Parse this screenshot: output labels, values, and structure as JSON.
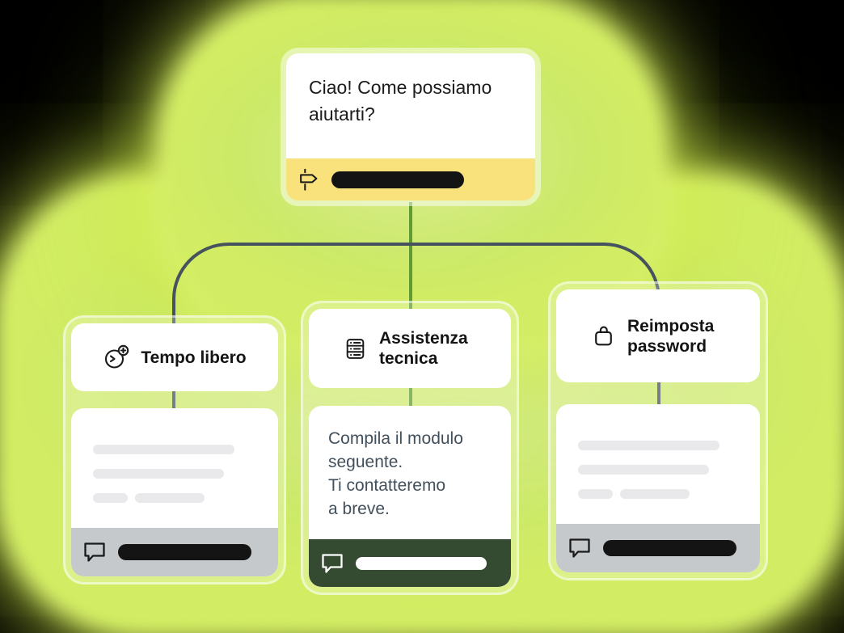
{
  "root_card": {
    "message": "Ciao! Come possiamo aiutarti?",
    "footer_icon": "signpost-icon",
    "footer_accent": "#f9e17c",
    "pill_color": "#141414"
  },
  "branches": [
    {
      "title": "Tempo libero",
      "icon": "clock-plus-icon",
      "body": {
        "placeholder_lines": 3,
        "footer_icon": "speech-bubble-icon",
        "footer_color": "#c6c9cb",
        "pill_color": "#141414"
      }
    },
    {
      "title": "Assistenza tecnica",
      "icon": "form-rows-icon",
      "body": {
        "text": "Compila il modulo seguente.\nTi contatteremo\na breve.",
        "footer_icon": "speech-bubble-icon",
        "footer_color": "#344b31",
        "pill_color": "#ffffff"
      }
    },
    {
      "title": "Reimposta password",
      "icon": "lock-icon",
      "body": {
        "placeholder_lines": 3,
        "footer_icon": "speech-bubble-icon",
        "footer_color": "#c6c9cb",
        "pill_color": "#141414"
      }
    }
  ],
  "connectors": {
    "root_to_middle_color": "#5f9a33",
    "branch_color": "#46535f"
  },
  "palette": {
    "background": "#000000",
    "glow_green": "#cdea67",
    "card_white": "#ffffff",
    "ring_white": "rgba(255,255,255,0.5)",
    "text_dark": "#1c1c1e",
    "text_slate": "#42505d",
    "placeholder_gray": "#e9e9ec"
  }
}
